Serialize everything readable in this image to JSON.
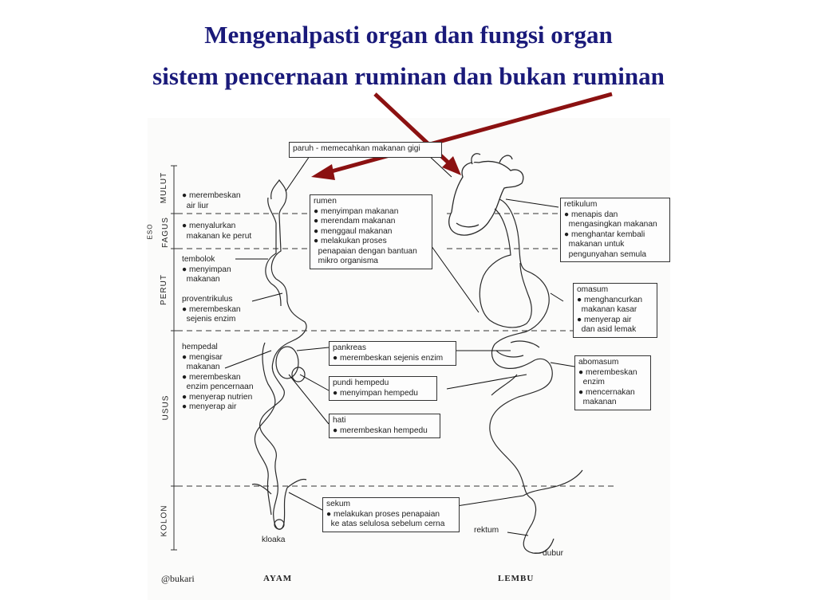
{
  "title": {
    "line1": "Mengenalpasti organ dan fungsi organ",
    "line2": "sistem pencernaan ruminan dan bukan ruminan"
  },
  "regions": [
    {
      "id": "mulut",
      "label": "MULUT"
    },
    {
      "id": "esofagus",
      "label": "FAGUS"
    },
    {
      "id": "esofagus_top",
      "label": "ESO"
    },
    {
      "id": "perut",
      "label": "PERUT"
    },
    {
      "id": "usus",
      "label": "USUS"
    },
    {
      "id": "kolon",
      "label": "KOLON"
    }
  ],
  "left_labels": {
    "mulut": [
      "merembeskan",
      "air liur"
    ],
    "esofagus": [
      "menyalurkan",
      "makanan ke perut"
    ],
    "tembolok_title": "tembolok",
    "tembolok": [
      "menyimpan",
      "makanan"
    ],
    "proventrikulus_title": "proventrikulus",
    "proventrikulus": [
      "merembeskan",
      "sejenis enzim"
    ],
    "hempedal_title": "hempedal",
    "hempedal_lines": [
      "mengisar",
      "makanan",
      "merembeskan",
      "enzim pencernaan",
      "menyerap nutrien",
      "menyerap air"
    ]
  },
  "boxes": {
    "paruh": "paruh - memecahkan makanan",
    "paruh_tail": "gigi",
    "rumen_title": "rumen",
    "rumen": [
      "menyimpan makanan",
      "merendam makanan",
      "menggaul makanan",
      "melakukan proses",
      "penapaian dengan bantuan",
      "mikro organisma"
    ],
    "pankreas_title": "pankreas",
    "pankreas": [
      "merembeskan sejenis enzim"
    ],
    "pundi_title": "pundi hempedu",
    "pundi": [
      "menyimpan hempedu"
    ],
    "hati_title": "hati",
    "hati": [
      "merembeskan hempedu"
    ],
    "sekum_title": "sekum",
    "sekum": [
      "melakukan proses penapaian",
      "ke atas selulosa sebelum cerna"
    ],
    "retikulum_title": "retikulum",
    "retikulum": [
      "menapis dan",
      "mengasingkan makanan",
      "menghantar kembali",
      "makanan untuk",
      "pengunyahan semula"
    ],
    "omasum_title": "omasum",
    "omasum": [
      "menghancurkan",
      "makanan kasar",
      "menyerap air",
      "dan asid lemak"
    ],
    "abomasum_title": "abomasum",
    "abomasum": [
      "merembeskan",
      "enzim",
      "mencernakan",
      "makanan"
    ]
  },
  "misc_labels": {
    "kloaka": "kloaka",
    "rektum": "rektum",
    "dubur": "dubur",
    "ayam": "AYAM",
    "lembu": "LEMBU",
    "credit": "@bukari"
  },
  "colors": {
    "title": "#1a1a7a",
    "arrow": "#8b1111",
    "ink": "#222222"
  }
}
